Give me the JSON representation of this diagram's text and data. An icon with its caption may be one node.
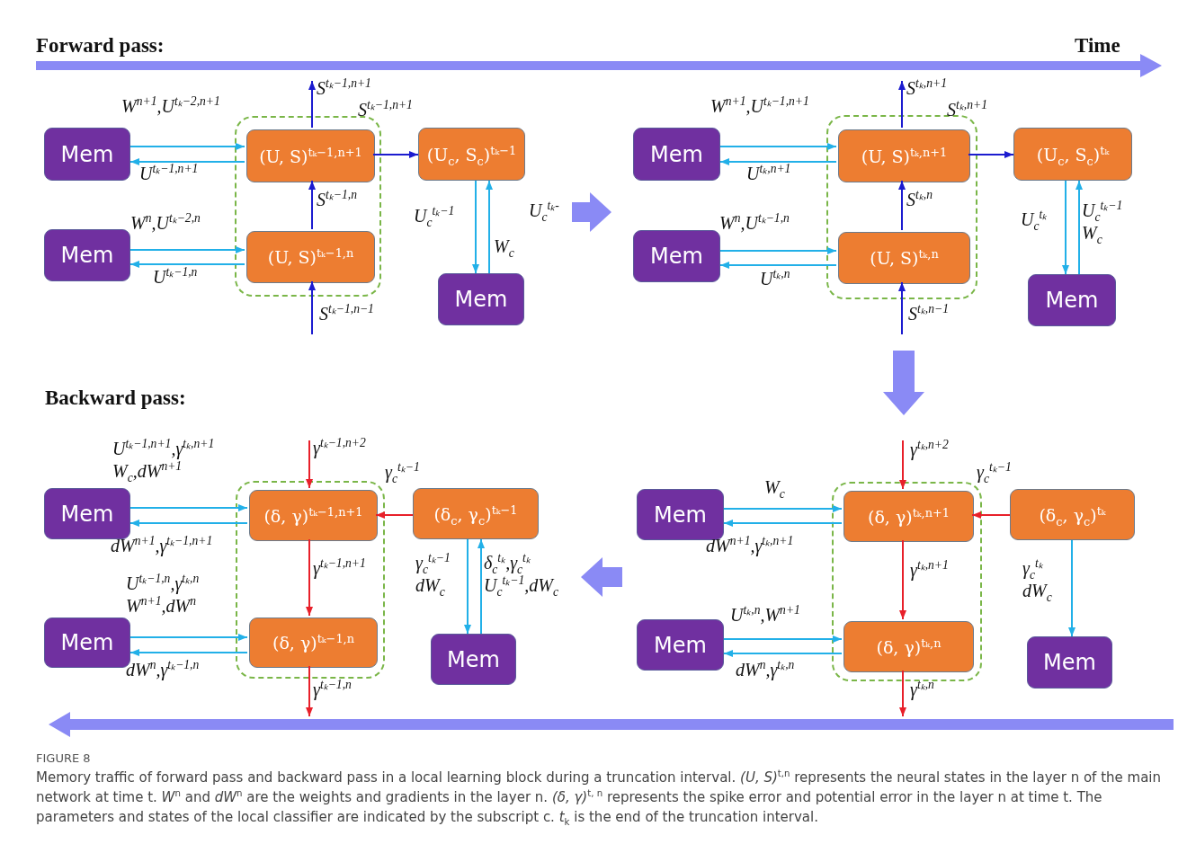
{
  "diagram": {
    "caption": "Memory traffic of forward pass and backward pass in a local learning block during a truncation interval. *(U, S)*$^{t,n}$ represents the neural states in the layer n of the main network at time t. *W*$^{n}$ and *dW*$^{n}$ are the weights and gradients in the layer n. *(δ, γ)*$^{t, n}$ represents the spike error and potential error in the layer n at time t. The parameters and states of the local classifier are indicated by the subscript c. *t*$_{k}$ is the end of the truncation interval.",
    "nodes": [
      {
        "text": [
          "Mem"
        ]
      },
      {
        "text": [
          "Mem"
        ]
      },
      {
        "text": [],
        "shape": "box"
      },
      {
        "text": [
          "(U, S)$^{tₖ−1,n+1}$"
        ],
        "in": 2
      },
      {
        "text": [
          "(U, S)$^{tₖ−1,n}$"
        ],
        "in": 2
      },
      {
        "text": [
          "(U$_{c}$, S$_{c}$)$^{tₖ−1}$"
        ]
      },
      {
        "text": [
          "Mem"
        ]
      },
      {
        "text": [
          "Mem"
        ]
      },
      {
        "text": [
          "Mem"
        ]
      },
      {
        "text": [],
        "shape": "box"
      },
      {
        "text": [
          "(U, S)$^{tₖ,n+1}$"
        ],
        "in": 9
      },
      {
        "text": [
          "(U, S)$^{tₖ,n}$"
        ],
        "in": 9
      },
      {
        "text": [
          "(U$_{c}$, S$_{c}$)$^{tₖ}$"
        ]
      },
      {
        "text": [
          "Mem"
        ]
      },
      {
        "text": [
          "Mem"
        ]
      },
      {
        "text": [
          "Mem"
        ]
      },
      {
        "text": [],
        "shape": "box"
      },
      {
        "text": [
          "(δ, γ)$^{tₖ−1,n+1}$"
        ],
        "in": 16
      },
      {
        "text": [
          "(δ, γ)$^{tₖ−1,n}$"
        ],
        "in": 16
      },
      {
        "text": [
          "(δ$_{c}$, γ$_{c}$)$^{tₖ−1}$"
        ]
      },
      {
        "text": [
          "Mem"
        ]
      },
      {
        "text": [
          "Mem"
        ]
      },
      {
        "text": [
          "Mem"
        ]
      },
      {
        "text": [],
        "shape": "box"
      },
      {
        "text": [
          "(δ, γ)$^{tₖ,n+1}$"
        ],
        "in": 23
      },
      {
        "text": [
          "(δ, γ)$^{tₖ,n}$"
        ],
        "in": 23
      },
      {
        "text": [
          "(δ$_{c}$, γ$_{c}$)$^{tₖ}$"
        ]
      },
      {
        "text": [
          "Mem"
        ]
      }
    ],
    "edges": [
      {
        "from": 0,
        "to": 3,
        "arrow": "to",
        "label": "W$^{n+1}$,U$^{tₖ−2,n+1}$"
      },
      {
        "from": 3,
        "to": 0,
        "arrow": "to",
        "label": "U$^{tₖ−1,n+1}$"
      },
      {
        "from": 1,
        "to": 4,
        "arrow": "to",
        "label": "W$^{n}$,U$^{tₖ−2,n}$"
      },
      {
        "from": 4,
        "to": 1,
        "arrow": "to",
        "label": "U$^{tₖ−1,n}$"
      },
      {
        "from": 4,
        "to": 3,
        "arrow": "to",
        "label": "S$^{tₖ−1,n}$",
        "color": "#1c1ccf"
      },
      {
        "from": null,
        "to": 4,
        "arrow": "to",
        "label": "S$^{tₖ−1,n−1}$",
        "color": "#1c1ccf"
      },
      {
        "from": 3,
        "to": null,
        "arrow": "to",
        "label": "S$^{tₖ−1,n+1}$",
        "color": "#1c1ccf"
      },
      {
        "from": 3,
        "to": 5,
        "arrow": "to",
        "label": "S$^{tₖ−1,n+1}$",
        "color": "#1c1ccf"
      },
      {
        "from": 5,
        "to": 6,
        "arrow": "to",
        "label": "U$_{c}$$^{tₖ−1}$"
      },
      {
        "from": 6,
        "to": 5,
        "arrow": "to",
        "label": "W$_{c}$"
      },
      {
        "from": 7,
        "to": 10,
        "arrow": "to",
        "label": "W$^{n+1}$,U$^{tₖ−1,n+1}$"
      },
      {
        "from": 10,
        "to": 7,
        "arrow": "to",
        "label": "U$^{tₖ,n+1}$"
      },
      {
        "from": 8,
        "to": 11,
        "arrow": "to",
        "label": "W$^{n}$,U$^{tₖ−1,n}$"
      },
      {
        "from": 11,
        "to": 8,
        "arrow": "to",
        "label": "U$^{tₖ,n}$"
      },
      {
        "from": 11,
        "to": 10,
        "arrow": "to",
        "label": "S$^{tₖ,n}$",
        "color": "#1c1ccf"
      },
      {
        "from": null,
        "to": 11,
        "arrow": "to",
        "label": "S$^{tₖ,n−1}$",
        "color": "#1c1ccf"
      },
      {
        "from": 10,
        "to": null,
        "arrow": "to",
        "label": "S$^{tₖ,n+1}$",
        "color": "#1c1ccf"
      },
      {
        "from": 10,
        "to": 12,
        "arrow": "to",
        "label": "S$^{tₖ,n+1}$",
        "color": "#1c1ccf"
      },
      {
        "from": 12,
        "to": 13,
        "arrow": "to",
        "label": "U$_{c}$$^{tₖ}$"
      },
      {
        "from": 13,
        "to": 12,
        "arrow": "to",
        "label": "U$_{c}$$^{tₖ−1}$ W$_{c}$"
      },
      {
        "from": 14,
        "to": 17,
        "arrow": "to",
        "label": "U$^{tₖ−1,n+1}$,γ$^{tₖ,n+1}$ W$_{c}$,dW$^{n+1}$"
      },
      {
        "from": 17,
        "to": 14,
        "arrow": "to",
        "label": "dW$^{n+1}$,γ$^{tₖ−1,n+1}$"
      },
      {
        "from": 15,
        "to": 18,
        "arrow": "to",
        "label": "U$^{tₖ−1,n}$,γ$^{tₖ,n}$ W$^{n+1}$,dW$^{n}$"
      },
      {
        "from": 18,
        "to": 15,
        "arrow": "to",
        "label": "dW$^{n}$,γ$^{tₖ−1,n}$"
      },
      {
        "from": null,
        "to": 17,
        "arrow": "to",
        "label": "γ$^{tₖ−1,n+2}$",
        "color": "#e8202a"
      },
      {
        "from": 19,
        "to": 17,
        "arrow": "to",
        "label": "γ$_{c}$$^{tₖ−1}$",
        "color": "#e8202a"
      },
      {
        "from": 17,
        "to": 18,
        "arrow": "to",
        "label": "γ$^{tₖ−1,n+1}$",
        "color": "#e8202a"
      },
      {
        "from": 18,
        "to": null,
        "arrow": "to",
        "label": "γ$^{tₖ−1,n}$",
        "color": "#e8202a"
      },
      {
        "from": 19,
        "to": 20,
        "arrow": "to",
        "label": "γ$_{c}$$^{tₖ−1}$ dW$_{c}$"
      },
      {
        "from": 20,
        "to": 19,
        "arrow": "to",
        "label": "δ$_{c}$$^{tₖ}$,γ$_{c}$$^{tₖ}$ U$_{c}$$^{tₖ−1}$,dW$_{c}$"
      },
      {
        "from": 21,
        "to": 24,
        "arrow": "to",
        "label": "W$_{c}$"
      },
      {
        "from": 24,
        "to": 21,
        "arrow": "to",
        "label": "dW$^{n+1}$,γ$^{tₖ,n+1}$"
      },
      {
        "from": 22,
        "to": 25,
        "arrow": "to",
        "label": "U$^{tₖ,n}$,W$^{n+1}$"
      },
      {
        "from": 25,
        "to": 22,
        "arrow": "to",
        "label": "dW$^{n}$,γ$^{tₖ,n}$"
      },
      {
        "from": null,
        "to": 24,
        "arrow": "to",
        "label": "γ$^{tₖ,n+2}$",
        "color": "#e8202a"
      },
      {
        "from": 26,
        "to": 24,
        "arrow": "to",
        "label": "γ$_{c}$$^{tₖ−1}$",
        "color": "#e8202a"
      },
      {
        "from": 24,
        "to": 25,
        "arrow": "to",
        "label": "γ$^{tₖ,n+1}$",
        "color": "#e8202a"
      },
      {
        "from": 25,
        "to": null,
        "arrow": "to",
        "label": "γ$^{tₖ,n}$",
        "color": "#e8202a"
      },
      {
        "from": 26,
        "to": 27,
        "arrow": "to",
        "label": "γ$_{c}$$^{tₖ}$ dW$_{c}$"
      }
    ],
    "labels": [
      "Forward pass:",
      "Time",
      "U$_{c}$$^{tₖ-}$",
      "Backward pass:",
      "FIGURE 8"
    ]
  }
}
